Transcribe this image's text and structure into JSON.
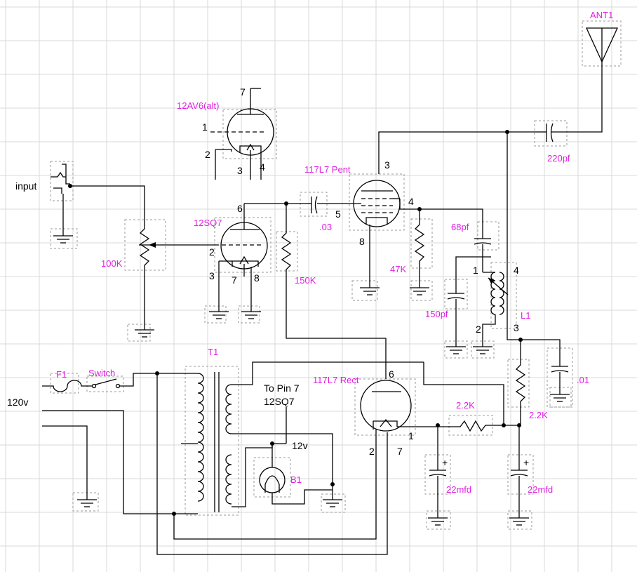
{
  "labels": {
    "ant1": "ANT1",
    "cap220": "220pf",
    "tube12av6": "12AV6(alt)",
    "tube117pent": "117L7 Pent",
    "input": "input",
    "tube12sq7": "12SQ7",
    "cap03": ".03",
    "cap68": "68pf",
    "pot100k": "100K",
    "res150k": "150K",
    "res47k": "47K",
    "cap150": "150pf",
    "l1": "L1",
    "t1": "T1",
    "f1": "F1",
    "switch": "Switch",
    "tube117rect": "117L7 Rect",
    "cap01": ".01",
    "v120": "120v",
    "topin7": "To Pin 7",
    "pin12sq7": "12SQ7",
    "v12": "12v",
    "b1": "B1",
    "res22k_a": "2.2K",
    "res22k_b": "2.2K",
    "cap22_a": "22mfd",
    "cap22_b": "22mfd"
  },
  "pins": {
    "av6_7": "7",
    "av6_1": "1",
    "av6_2": "2",
    "av6_3": "3",
    "av6_4": "4",
    "pent_3": "3",
    "pent_4": "4",
    "pent_5": "5",
    "pent_8": "8",
    "sq7_6": "6",
    "sq7_2": "2",
    "sq7_3": "3",
    "sq7_7": "7",
    "sq7_8": "8",
    "l1_1": "1",
    "l1_4": "4",
    "l1_2": "2",
    "l1_3": "3",
    "rect_6": "6",
    "rect_1": "1",
    "rect_2": "2",
    "rect_7": "7"
  },
  "colors": {
    "label": "#e020e0",
    "wire": "#000000",
    "grid": "#d9d9d9"
  }
}
